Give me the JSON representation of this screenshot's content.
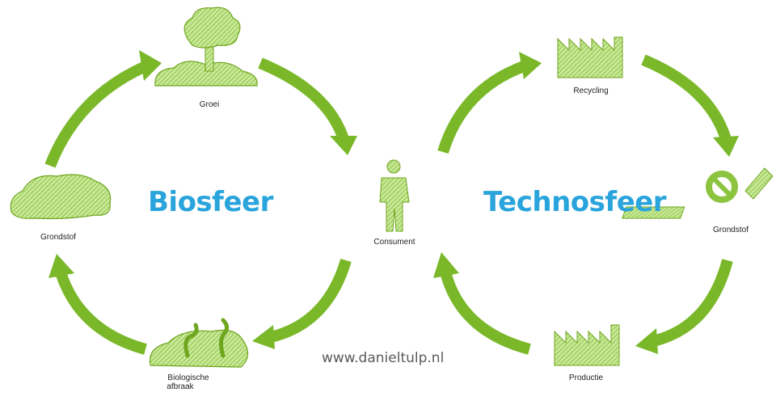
{
  "titles": {
    "left": "Biosfeer",
    "right": "Technosfeer"
  },
  "labels": {
    "groei": "Groei",
    "grondstof_left": "Grondstof",
    "biologische_line1": "Biologische",
    "biologische_line2": "afbraak",
    "consument": "Consument",
    "recycling": "Recycling",
    "grondstof_right": "Grondstof",
    "productie": "Productie"
  },
  "watermark": "www.danieltulp.nl",
  "colors": {
    "arrow": "#7ab829",
    "arrow_dark": "#5d9a1a",
    "icon_fill": "#a9d46a",
    "icon_stroke": "#6fa61f",
    "title": "#2aa4dc"
  },
  "icons": [
    "tree-icon",
    "soil-patch-icon",
    "worms-icon",
    "person-icon",
    "factory-icon",
    "raw-material-icon",
    "factory-icon"
  ]
}
